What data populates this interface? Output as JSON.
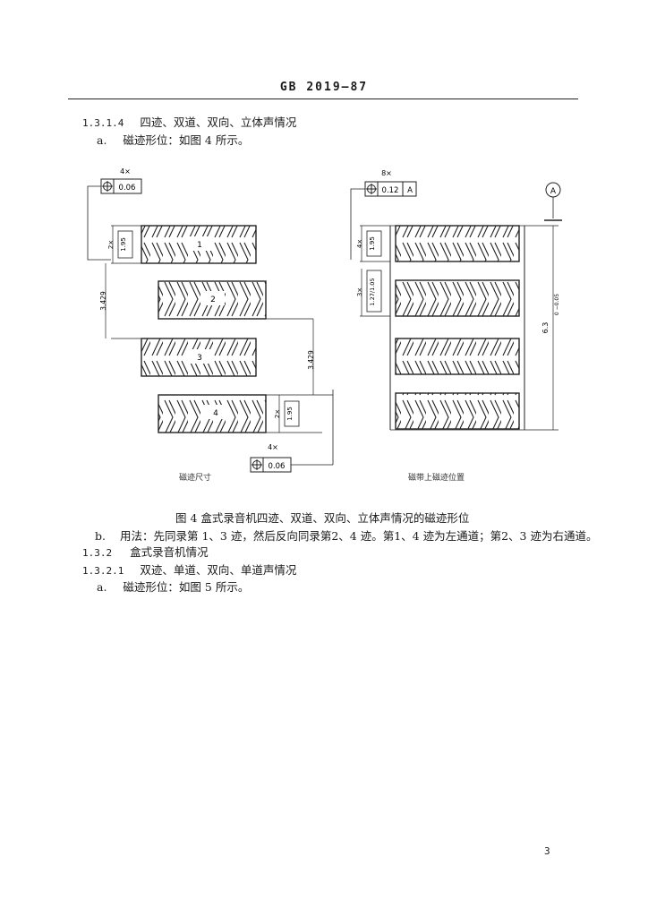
{
  "header": {
    "standard_no": "GB 2019—87"
  },
  "text": {
    "s1_num": "1.3.1.4",
    "s1_title": "四迹、双道、双向、立体声情况",
    "a1_label": "a.",
    "a1_text": "磁迹形位：如图 4 所示。",
    "b_label": "b.",
    "b_text": "用法：先同录第 1、3 迹，然后反向同录第2、4 迹。第1、4 迹为左通道；第2、3 迹为右通道。",
    "s2_num": "1.3.2",
    "s2_title": "盒式录音机情况",
    "s3_num": "1.3.2.1",
    "s3_title": "双迹、单道、双向、单道声情况",
    "a2_label": "a.",
    "a2_text": "磁迹形位：如图 5 所示。"
  },
  "figure": {
    "caption": "图 4   盒式录音机四迹、双道、双向、立体声情况的磁迹形位",
    "left_caption": "磁迹尺寸",
    "right_caption": "磁带上磁迹位置",
    "left_fcf_top": {
      "count": "4×",
      "value": "0.06"
    },
    "left_fcf_bottom": {
      "count": "4×",
      "value": "0.06"
    },
    "right_fcf": {
      "count": "8×",
      "value": "0.12",
      "datum": "A"
    },
    "datum_label": "A",
    "track_numbers": [
      "1",
      "2",
      "3",
      "4"
    ],
    "dim_track_pitch": "3.429",
    "dim_track_width_nom": "2×",
    "dim_track_width_tol": "1.95",
    "dim_right_width_nom": "4×",
    "dim_right_width_tol": "1.95",
    "dim_right_pitch": "3×",
    "dim_right_pitch_val": "1.27/1.05",
    "dim_overall": "6.3",
    "dim_overall_tol": "0 −0.05"
  },
  "page_number": "3"
}
